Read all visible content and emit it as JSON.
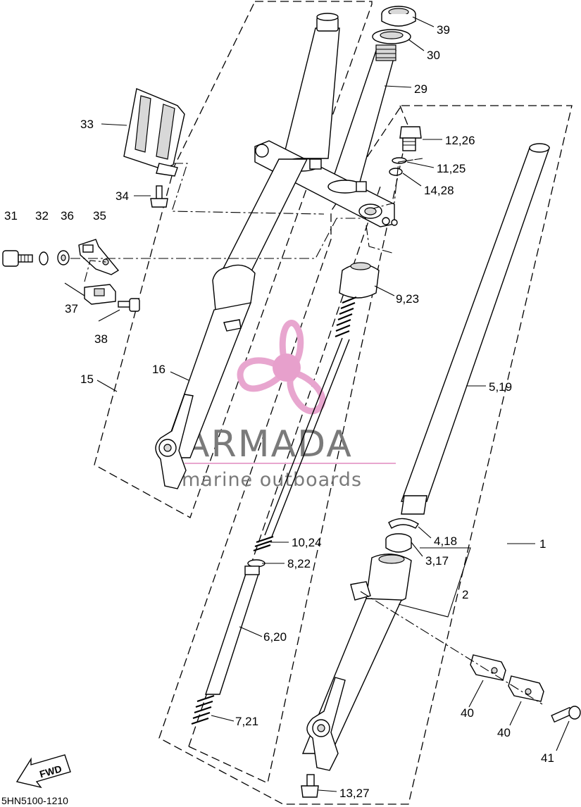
{
  "diagram_code": "5HN5100-1210",
  "fwd_label": "FWD",
  "watermark": {
    "title": "ARMADA",
    "subtitle": "marine outboards",
    "accent_color": "#e8a6cf",
    "hub_color": "#e7a0cc",
    "text_color": "#7a7a7a"
  },
  "callouts": [
    "39",
    "30",
    "29",
    "12,26",
    "11,25",
    "14,28",
    "33",
    "34",
    "31",
    "32",
    "36",
    "35",
    "37",
    "38",
    "9,23",
    "16",
    "15",
    "5,19",
    "10,24",
    "8,22",
    "4,18",
    "3,17",
    "1",
    "2",
    "6,20",
    "40",
    "40",
    "7,21",
    "41",
    "13,27"
  ]
}
